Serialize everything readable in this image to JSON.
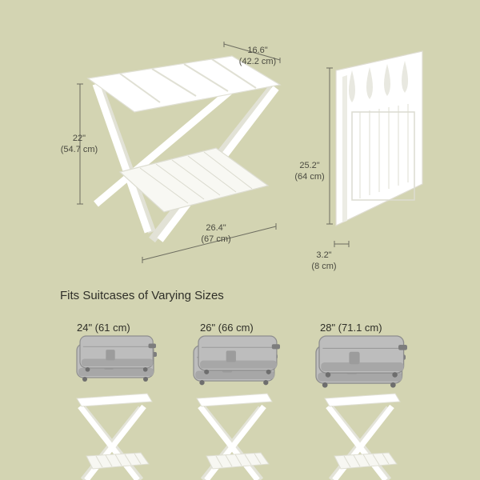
{
  "top": {
    "width": {
      "in": "16.6\"",
      "cm": "(42.2 cm)"
    },
    "height": {
      "in": "22\"",
      "cm": "(54.7 cm)"
    },
    "length": {
      "in": "26.4\"",
      "cm": "(67 cm)"
    },
    "folded_height": {
      "in": "25.2\"",
      "cm": "(64 cm)"
    },
    "folded_depth": {
      "in": "3.2\"",
      "cm": "(8 cm)"
    }
  },
  "section": {
    "heading": "Fits Suitcases of Varying Sizes",
    "sizes": [
      {
        "label": "24\" (61 cm)"
      },
      {
        "label": "26\" (66 cm)"
      },
      {
        "label": "28\" (71.1 cm)"
      }
    ]
  },
  "colors": {
    "background": "#d3d4b2",
    "rack": "#ffffff",
    "rack_shadow": "#e6e6dc",
    "suitcase": "#b9b9b9",
    "suitcase_dark": "#8f8f8f"
  }
}
